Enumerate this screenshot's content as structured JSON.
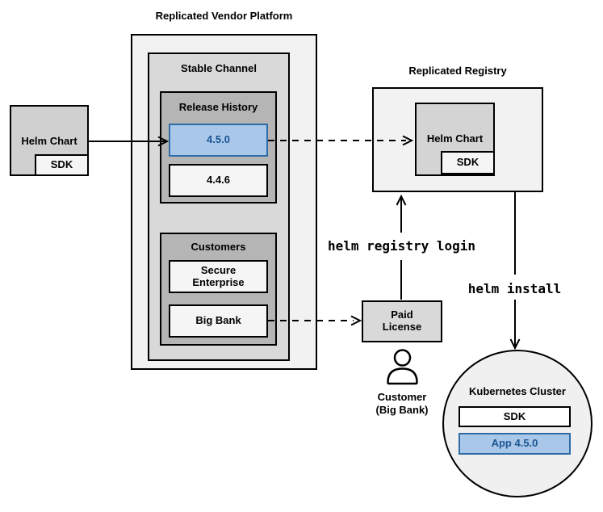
{
  "platform": {
    "title": "Replicated Vendor Platform",
    "stable_channel": {
      "title": "Stable Channel",
      "release_history": {
        "title": "Release History",
        "releases": [
          {
            "version": "4.5.0",
            "highlighted": true
          },
          {
            "version": "4.4.6",
            "highlighted": false
          }
        ]
      },
      "customers": {
        "title": "Customers",
        "items": [
          {
            "name": "Secure\nEnterprise"
          },
          {
            "name": "Big Bank"
          }
        ]
      }
    }
  },
  "source_chart": {
    "label": "Helm Chart",
    "sdk": "SDK"
  },
  "registry": {
    "title": "Replicated Registry",
    "chart_label": "Helm Chart",
    "sdk": "SDK"
  },
  "license": {
    "label": "Paid\nLicense"
  },
  "customer": {
    "label": "Customer\n(Big Bank)"
  },
  "cluster": {
    "title": "Kubernetes Cluster",
    "sdk": "SDK",
    "app": "App 4.5.0"
  },
  "commands": {
    "login": "helm registry login",
    "install": "helm install"
  },
  "colors": {
    "highlight_fill": "#a9c7e8",
    "highlight_stroke": "#2f6ca5",
    "highlight_text": "#1a5694",
    "container_fill": "#f2f2f2",
    "channel_fill": "#d9d9d9",
    "group_fill": "#b5b5b5",
    "item_fill": "#f5f5f5",
    "line_color": "#000000"
  }
}
